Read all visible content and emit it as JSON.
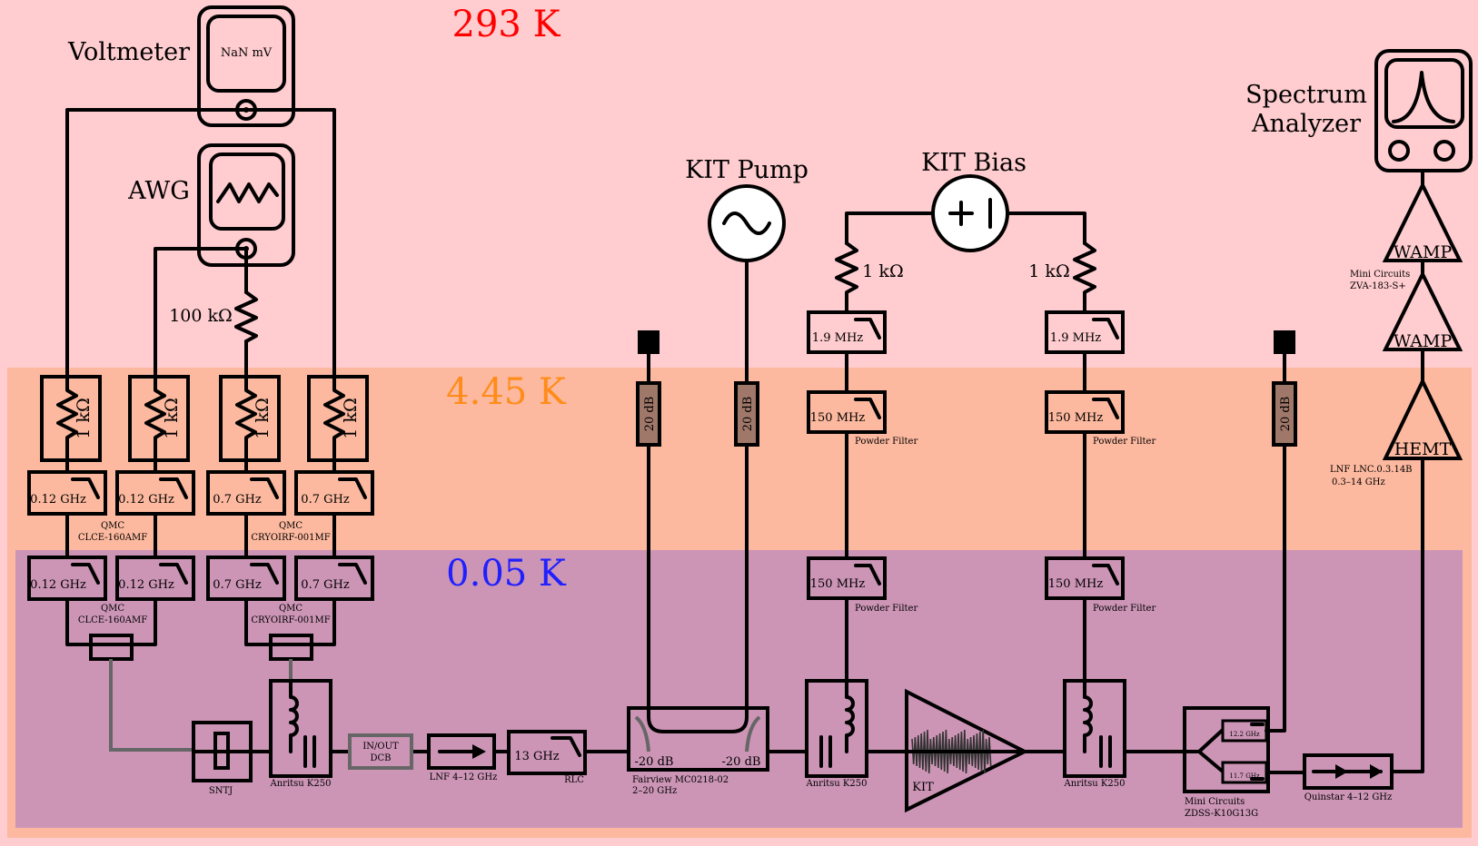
{
  "colors": {
    "zone_293": "#ffcccf",
    "zone_445": "#fdb99f",
    "zone_005": "#cc95b6",
    "temp_293": "#ff0000",
    "temp_445": "#ff8c1a",
    "temp_005": "#2020ff",
    "attenuator_fill": "#a0786a",
    "wire": "#000000",
    "coax_gray": "#666666"
  },
  "temperatures": {
    "t293": "293 K",
    "t445": "4.45 K",
    "t005": "0.05 K"
  },
  "instruments": {
    "voltmeter": "Voltmeter",
    "voltmeter_reading": "NaN mV",
    "awg": "AWG",
    "kit_pump": "KIT Pump",
    "kit_bias": "KIT Bias",
    "spectrum_analyzer_line1": "Spectrum",
    "spectrum_analyzer_line2": "Analyzer"
  },
  "dc_lines": {
    "resistor_100k": "100 kΩ",
    "resistor_1k": "1 kΩ",
    "lpf_012": "0.12 GHz",
    "lpf_07": "0.7 GHz",
    "qmc_name": "QMC",
    "qmc_model_a": "CLCE-160AMF",
    "qmc_model_b": "CRYOIRF-001MF"
  },
  "bias_lines": {
    "resistor_left": "1 kΩ",
    "resistor_right": "1 kΩ",
    "lpf_19": "1.9 MHz",
    "lpf_150": "150 MHz",
    "powder_filter": "Powder Filter"
  },
  "attenuators": {
    "att_20db": "20 dB"
  },
  "amps": {
    "wamp": "WAMP",
    "wamp_vendor": "Mini Circuits",
    "wamp_model": "ZVA-183-S+",
    "hemt": "HEMT",
    "hemt_model": "LNF LNC.0.3.14B",
    "hemt_range": "0.3–14 GHz"
  },
  "rf_chain": {
    "sntj": "SNTJ",
    "biastee": "Anritsu K250",
    "dcb_line1": "IN/OUT",
    "dcb_line2": "DCB",
    "isolator": "LNF 4–12 GHz",
    "rlc_freq": "13 GHz",
    "rlc": "RLC",
    "coupler_left": "-20 dB",
    "coupler_right": "-20 dB",
    "coupler_model": "Fairview MC0218-02",
    "coupler_range": "2–20 GHz",
    "kit": "KIT",
    "diplexer_hi": "12.2 GHz",
    "diplexer_lo": "11.7 GHz",
    "diplexer_vendor": "Mini Circuits",
    "diplexer_model": "ZDSS-K10G13G",
    "circulator": "Quinstar 4–12 GHz"
  }
}
